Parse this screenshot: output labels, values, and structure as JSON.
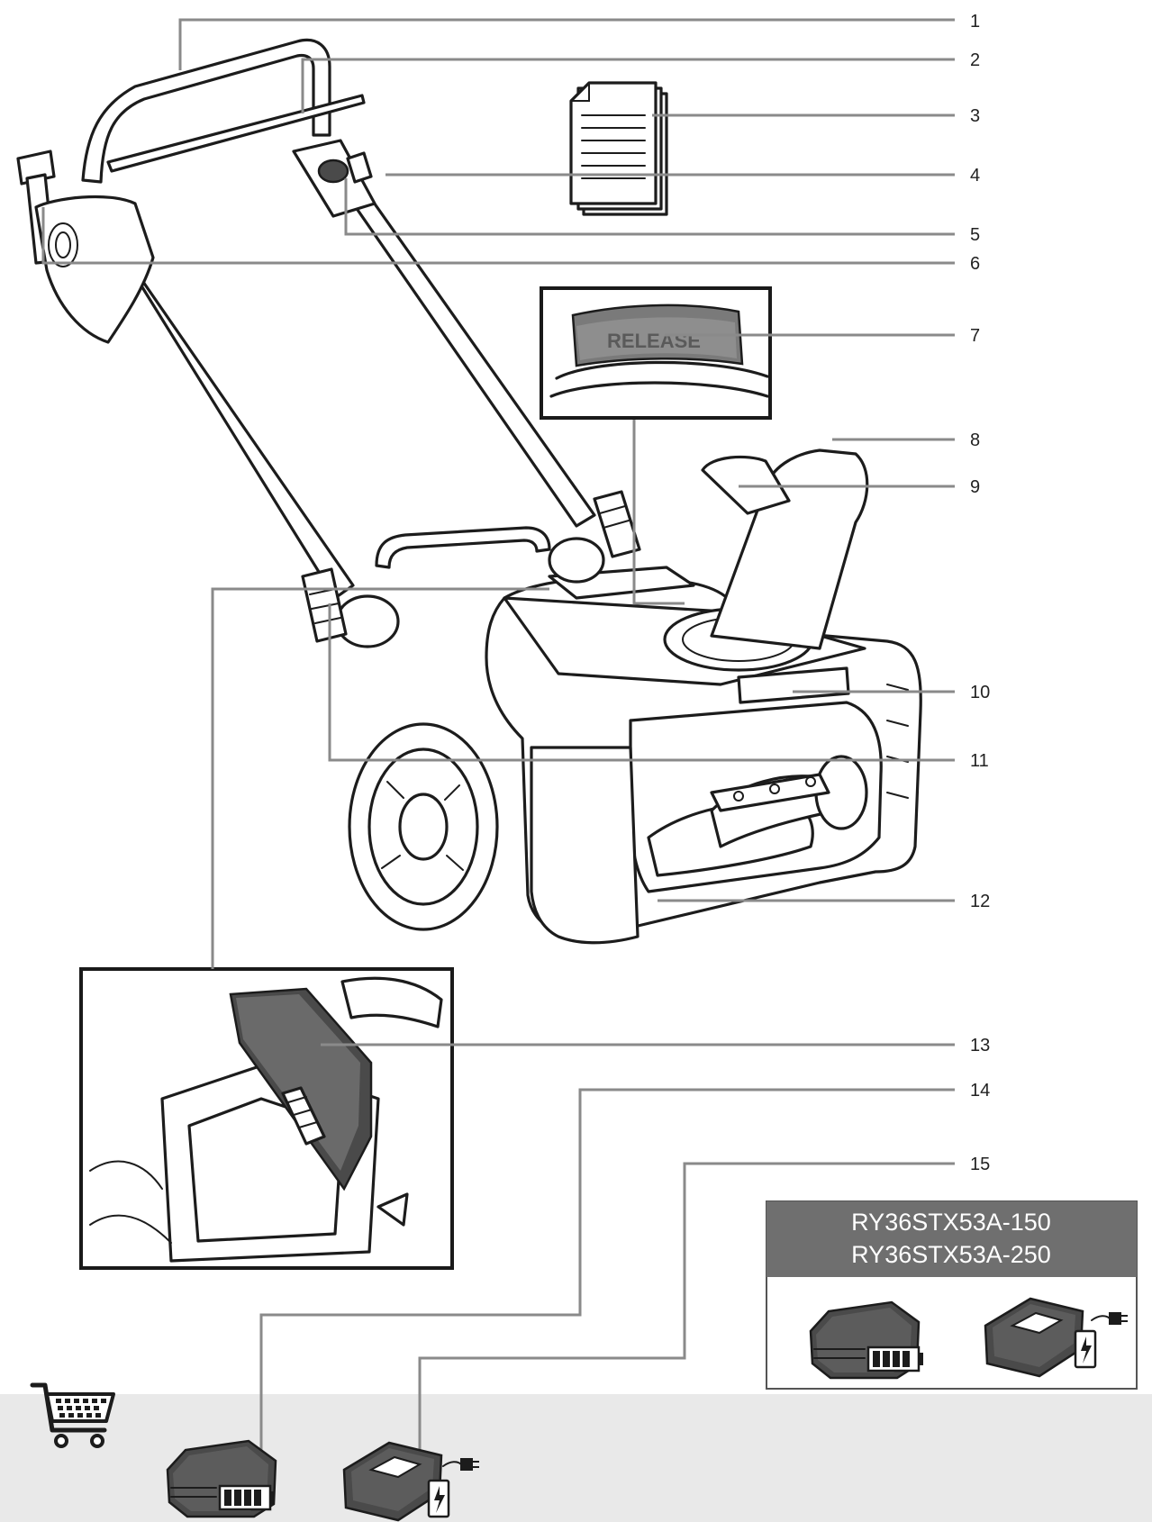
{
  "callouts": [
    {
      "n": "1"
    },
    {
      "n": "2"
    },
    {
      "n": "3"
    },
    {
      "n": "4"
    },
    {
      "n": "5"
    },
    {
      "n": "6"
    },
    {
      "n": "7"
    },
    {
      "n": "8"
    },
    {
      "n": "9"
    },
    {
      "n": "10"
    },
    {
      "n": "11"
    },
    {
      "n": "12"
    },
    {
      "n": "13"
    },
    {
      "n": "14"
    },
    {
      "n": "15"
    }
  ],
  "release_label": "RELEASE",
  "models": {
    "line1": "RY36STX53A-150",
    "line2": "RY36STX53A-250"
  },
  "icons": {
    "cart": "shopping-cart-icon",
    "battery": "battery-pack-icon",
    "charger": "battery-charger-icon",
    "manual": "manual-document-icon"
  },
  "colors": {
    "model_header": "#6f6f6f",
    "accessory_band": "#e9e9e9",
    "leader_lines": "#8a8a8a"
  }
}
